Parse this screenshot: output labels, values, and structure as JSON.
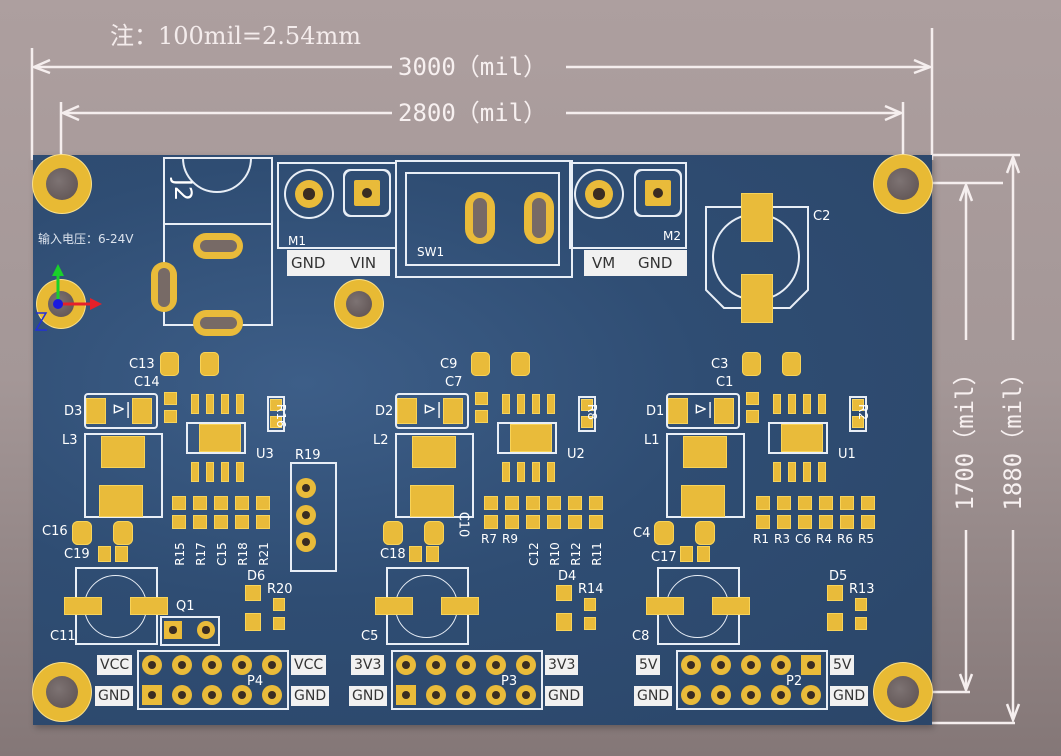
{
  "note": "注：100mil=2.54mm",
  "dimensions": {
    "width_outer": "3000（mil）",
    "width_inner": "2800（mil）",
    "height_inner": "1700（mil）",
    "height_outer": "1880（mil）"
  },
  "colors": {
    "board": "#2f4d73",
    "copper": "#e9bb3a",
    "silkscreen": "#ffffff",
    "background": "#a69999"
  },
  "board": {
    "input_label": "输入电压：6-24V",
    "axes": {
      "z_label": "Z"
    },
    "designators": {
      "J2": "J2",
      "M1": "M1",
      "M2": "M2",
      "SW1": "SW1",
      "C2": "C2",
      "C13": "C13",
      "C14": "C14",
      "D3": "D3",
      "L3": "L3",
      "U3": "U3",
      "R16": "R16",
      "R19": "R19",
      "C16": "C16",
      "C19": "C19",
      "C11": "C11",
      "Q1": "Q1",
      "D6": "D6",
      "R20": "R20",
      "P4": "P4",
      "R15": "R15",
      "R17": "R17",
      "C15": "C15",
      "R18": "R18",
      "R21": "R21",
      "C9": "C9",
      "C7": "C7",
      "R8": "R8",
      "D2": "D2",
      "L2": "L2",
      "U2": "U2",
      "C10": "C10",
      "C18": "C18",
      "R7": "R7",
      "R9": "R9",
      "C12": "C12",
      "R10": "R10",
      "R12": "R12",
      "R11": "R11",
      "C5": "C5",
      "D4": "D4",
      "R14": "R14",
      "P3": "P3",
      "C3": "C3",
      "C1": "C1",
      "R2": "R2",
      "D1": "D1",
      "L1": "L1",
      "U1": "U1",
      "C4": "C4",
      "C17": "C17",
      "R1": "R1",
      "R3": "R3",
      "C6": "C6",
      "R4": "R4",
      "R6": "R6",
      "R5": "R5",
      "C8": "C8",
      "D5": "D5",
      "R13": "R13",
      "P2": "P2"
    },
    "connector_labels": {
      "m1_left": "GND",
      "m1_right": "VIN",
      "m2_left": "VM",
      "m2_right": "GND",
      "p4_top_left": "VCC",
      "p4_top_right": "VCC",
      "p4_bot_left": "GND",
      "p4_bot_right": "GND",
      "p3_top_left": "3V3",
      "p3_top_right": "3V3",
      "p3_bot_left": "GND",
      "p3_bot_right": "GND",
      "p2_top_left": "5V",
      "p2_top_right": "5V",
      "p2_bot_left": "GND",
      "p2_bot_right": "GND"
    }
  }
}
